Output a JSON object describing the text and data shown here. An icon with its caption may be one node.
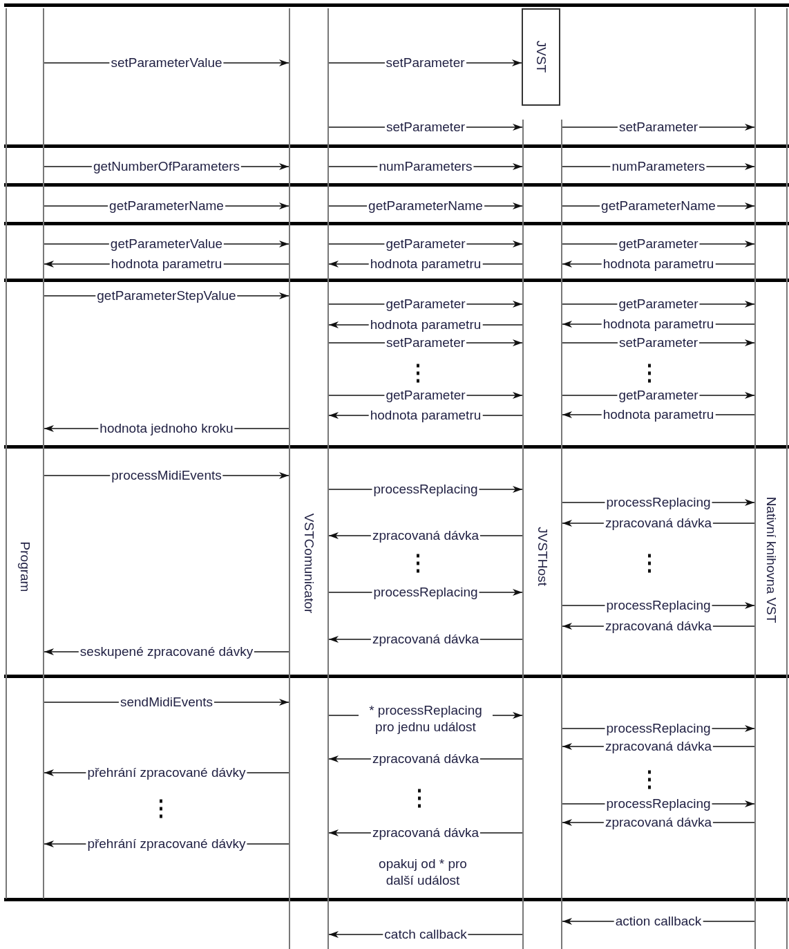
{
  "diagram": {
    "nodes": [
      {
        "text": [
          "Program"
        ]
      },
      {
        "text": [
          "VSTComunicator"
        ]
      },
      {
        "text": [
          "JVST"
        ]
      },
      {
        "text": [
          "JVSTHost"
        ]
      },
      {
        "text": [
          "Nativní knihovna VST"
        ]
      }
    ],
    "edges": [
      {
        "from": 0,
        "to": 1,
        "arrow": "to",
        "label": "setParameterValue"
      },
      {
        "from": 1,
        "to": 2,
        "arrow": "to",
        "label": "setParameter"
      },
      {
        "from": 1,
        "to": 3,
        "arrow": "to",
        "label": "setParameter"
      },
      {
        "from": 3,
        "to": 4,
        "arrow": "to",
        "label": "setParameter"
      },
      {
        "from": 0,
        "to": 1,
        "arrow": "to",
        "label": "getNumberOfParameters"
      },
      {
        "from": 1,
        "to": 3,
        "arrow": "to",
        "label": "numParameters"
      },
      {
        "from": 3,
        "to": 4,
        "arrow": "to",
        "label": "numParameters"
      },
      {
        "from": 0,
        "to": 1,
        "arrow": "to",
        "label": "getParameterName"
      },
      {
        "from": 1,
        "to": 3,
        "arrow": "to",
        "label": "getParameterName"
      },
      {
        "from": 3,
        "to": 4,
        "arrow": "to",
        "label": "getParameterName"
      },
      {
        "from": 0,
        "to": 1,
        "arrow": "to",
        "label": "getParameterValue"
      },
      {
        "from": 1,
        "to": 0,
        "arrow": "to",
        "label": "hodnota parametru"
      },
      {
        "from": 1,
        "to": 3,
        "arrow": "to",
        "label": "getParameter"
      },
      {
        "from": 3,
        "to": 1,
        "arrow": "to",
        "label": "hodnota parametru"
      },
      {
        "from": 3,
        "to": 4,
        "arrow": "to",
        "label": "getParameter"
      },
      {
        "from": 4,
        "to": 3,
        "arrow": "to",
        "label": "hodnota parametru"
      },
      {
        "from": 0,
        "to": 1,
        "arrow": "to",
        "label": "getParameterStepValue"
      },
      {
        "from": 1,
        "to": 0,
        "arrow": "to",
        "label": "hodnota jednoho kroku"
      },
      {
        "from": 1,
        "to": 3,
        "arrow": "to",
        "label": "getParameter"
      },
      {
        "from": 3,
        "to": 1,
        "arrow": "to",
        "label": "hodnota parametru"
      },
      {
        "from": 1,
        "to": 3,
        "arrow": "to",
        "label": "setParameter"
      },
      {
        "from": 1,
        "to": 3,
        "arrow": "to",
        "label": "getParameter"
      },
      {
        "from": 3,
        "to": 1,
        "arrow": "to",
        "label": "hodnota parametru"
      },
      {
        "from": 3,
        "to": 4,
        "arrow": "to",
        "label": "getParameter"
      },
      {
        "from": 4,
        "to": 3,
        "arrow": "to",
        "label": "hodnota parametru"
      },
      {
        "from": 3,
        "to": 4,
        "arrow": "to",
        "label": "setParameter"
      },
      {
        "from": 3,
        "to": 4,
        "arrow": "to",
        "label": "getParameter"
      },
      {
        "from": 4,
        "to": 3,
        "arrow": "to",
        "label": "hodnota parametru"
      },
      {
        "from": 0,
        "to": 1,
        "arrow": "to",
        "label": "processMidiEvents"
      },
      {
        "from": 1,
        "to": 0,
        "arrow": "to",
        "label": "seskupené zpracované dávky"
      },
      {
        "from": 1,
        "to": 3,
        "arrow": "to",
        "label": "processReplacing"
      },
      {
        "from": 3,
        "to": 1,
        "arrow": "to",
        "label": "zpracovaná dávka"
      },
      {
        "from": 1,
        "to": 3,
        "arrow": "to",
        "label": "processReplacing"
      },
      {
        "from": 3,
        "to": 1,
        "arrow": "to",
        "label": "zpracovaná dávka"
      },
      {
        "from": 3,
        "to": 4,
        "arrow": "to",
        "label": "processReplacing"
      },
      {
        "from": 4,
        "to": 3,
        "arrow": "to",
        "label": "zpracovaná dávka"
      },
      {
        "from": 3,
        "to": 4,
        "arrow": "to",
        "label": "processReplacing"
      },
      {
        "from": 4,
        "to": 3,
        "arrow": "to",
        "label": "zpracovaná dávka"
      },
      {
        "from": 0,
        "to": 1,
        "arrow": "to",
        "label": "sendMidiEvents"
      },
      {
        "from": 1,
        "to": 0,
        "arrow": "to",
        "label": "přehrání zpracované dávky"
      },
      {
        "from": 1,
        "to": 0,
        "arrow": "to",
        "label": "přehrání zpracované dávky"
      },
      {
        "from": 1,
        "to": 3,
        "arrow": "to",
        "label": "* processReplacing pro jednu událost"
      },
      {
        "from": 3,
        "to": 1,
        "arrow": "to",
        "label": "zpracovaná dávka"
      },
      {
        "from": 3,
        "to": 1,
        "arrow": "to",
        "label": "zpracovaná dávka"
      },
      {
        "from": 3,
        "to": 4,
        "arrow": "to",
        "label": "processReplacing"
      },
      {
        "from": 4,
        "to": 3,
        "arrow": "to",
        "label": "zpracovaná dávka"
      },
      {
        "from": 3,
        "to": 4,
        "arrow": "to",
        "label": "processReplacing"
      },
      {
        "from": 4,
        "to": 3,
        "arrow": "to",
        "label": "zpracovaná dávka"
      },
      {
        "from": 4,
        "to": 3,
        "arrow": "to",
        "label": "action callback"
      },
      {
        "from": 3,
        "to": 1,
        "arrow": "to",
        "label": "catch callback"
      }
    ],
    "labels": [
      "opakuj od * pro další událost"
    ]
  }
}
